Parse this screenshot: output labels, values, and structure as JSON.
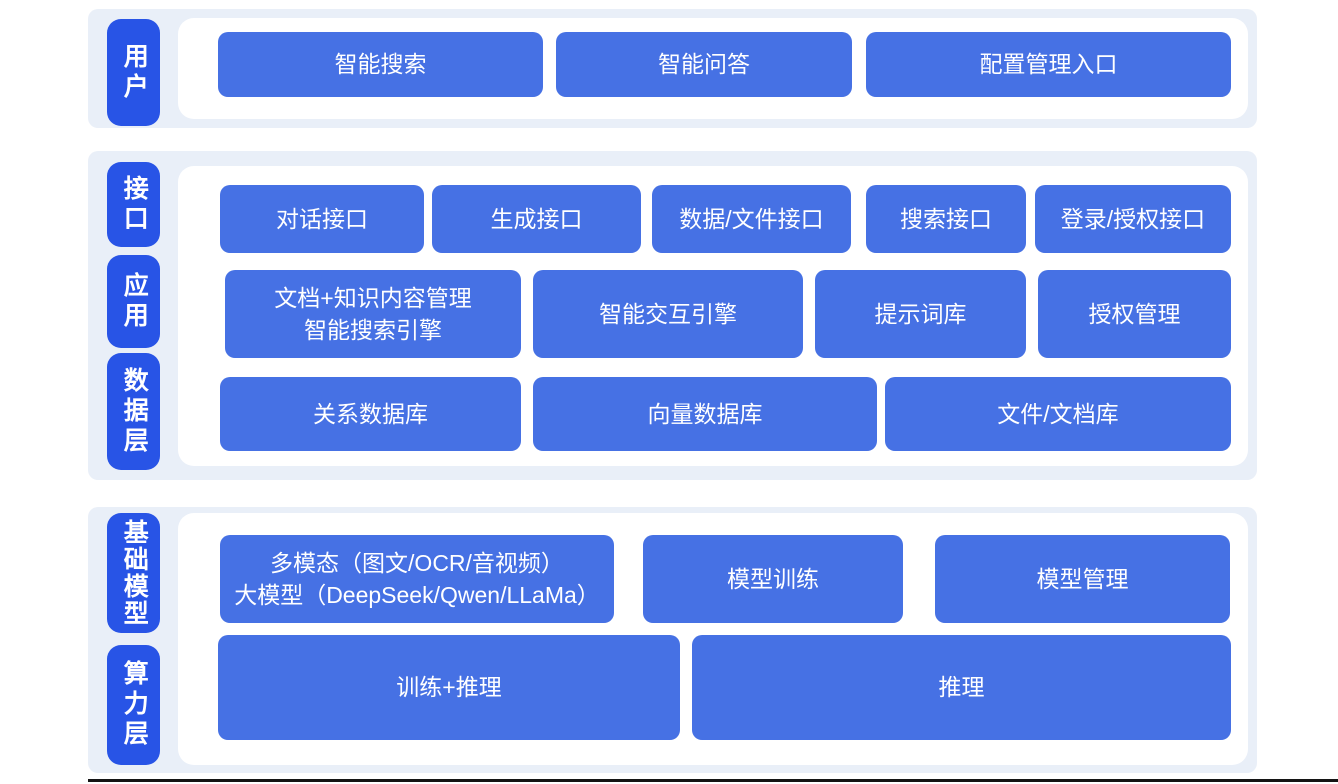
{
  "colors": {
    "section_bg": "#e9eff8",
    "panel_bg": "#ffffff",
    "label_bg": "#2854e6",
    "box_bg": "#4671e4",
    "box_text": "#ffffff",
    "bottom_line": "#141414"
  },
  "sections": [
    {
      "labels": [
        {
          "text": "用户"
        }
      ],
      "rows": [
        {
          "boxes": [
            {
              "text": "智能搜索"
            },
            {
              "text": "智能问答"
            },
            {
              "text": "配置管理入口"
            }
          ]
        }
      ]
    },
    {
      "labels": [
        {
          "text": "接口"
        },
        {
          "text": "应用"
        },
        {
          "text": "数据层"
        }
      ],
      "rows": [
        {
          "boxes": [
            {
              "text": "对话接口"
            },
            {
              "text": "生成接口"
            },
            {
              "text": "数据/文件接口"
            },
            {
              "text": "搜索接口"
            },
            {
              "text": "登录/授权接口"
            }
          ]
        },
        {
          "boxes": [
            {
              "text": "文档+知识内容管理\n智能搜索引擎"
            },
            {
              "text": "智能交互引擎"
            },
            {
              "text": "提示词库"
            },
            {
              "text": "授权管理"
            }
          ]
        },
        {
          "boxes": [
            {
              "text": "关系数据库"
            },
            {
              "text": "向量数据库"
            },
            {
              "text": "文件/文档库"
            }
          ]
        }
      ]
    },
    {
      "labels": [
        {
          "text": "基础模型"
        },
        {
          "text": "算力层"
        }
      ],
      "rows": [
        {
          "boxes": [
            {
              "text": "多模态（图文/OCR/音视频）\n大模型（DeepSeek/Qwen/LLaMa）"
            },
            {
              "text": "模型训练"
            },
            {
              "text": "模型管理"
            }
          ]
        },
        {
          "boxes": [
            {
              "text": "训练+推理"
            },
            {
              "text": "推理"
            }
          ]
        }
      ]
    }
  ]
}
